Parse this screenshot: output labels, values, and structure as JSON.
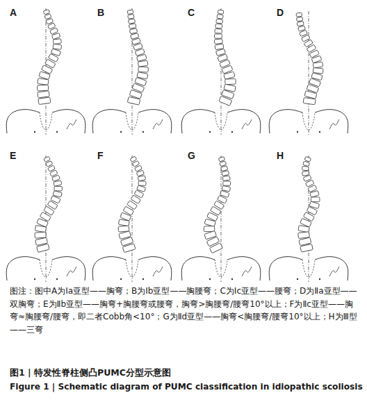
{
  "diagram": {
    "title": "图1 | 特发性脊柱侧凸PUMC分型示意图",
    "caption": "图注：图中A为Ⅰa亚型——胸弯；B为Ⅰb亚型——胸腰弯；C为Ⅰc亚型——腰弯；D为Ⅱa亚型——双胸弯；E为Ⅱb亚型——胸弯+胸腰弯或腰弯，胸弯>胸腰弯/腰弯10°以上；F为Ⅱc亚型——胸弯≈胸腰弯/腰弯，即二者Cobb角<10°；G为Ⅱd亚型——胸弯<胸腰弯/腰弯10°以上；H为Ⅲ型——三弯",
    "labels": [
      "A",
      "B",
      "C",
      "D",
      "E",
      "F",
      "G",
      "H",
      "Figure 1 | Schematic diagram of PUMC classification in idiopathic scoliosis"
    ]
  }
}
